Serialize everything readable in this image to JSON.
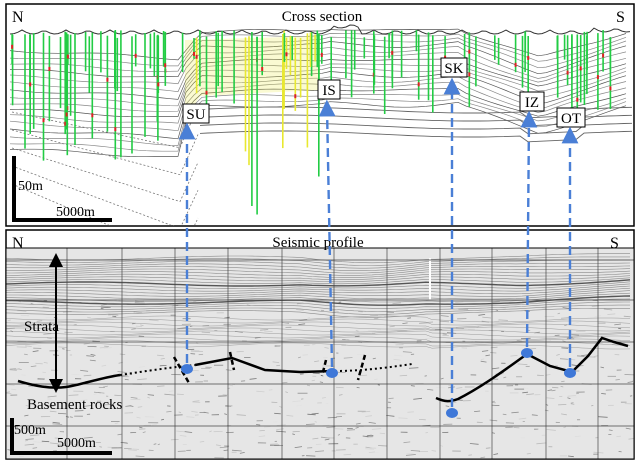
{
  "cross_section": {
    "title": "Cross section",
    "north": "N",
    "south": "S",
    "scale_vertical": "50m",
    "scale_horizontal": "5000m",
    "labels": [
      "SU",
      "IS",
      "SK",
      "IZ",
      "OT"
    ]
  },
  "seismic_profile": {
    "title": "Seismic profile",
    "north": "N",
    "south": "S",
    "strata_label": "Strata",
    "basement_label": "Basement rocks",
    "scale_vertical": "500m",
    "scale_horizontal": "5000m"
  },
  "colors": {
    "connector": "#4a7fd6",
    "marker": "#3f78d8",
    "well_green": "#22cc44",
    "well_yellow": "#e8e830",
    "well_red": "#dd2222"
  }
}
